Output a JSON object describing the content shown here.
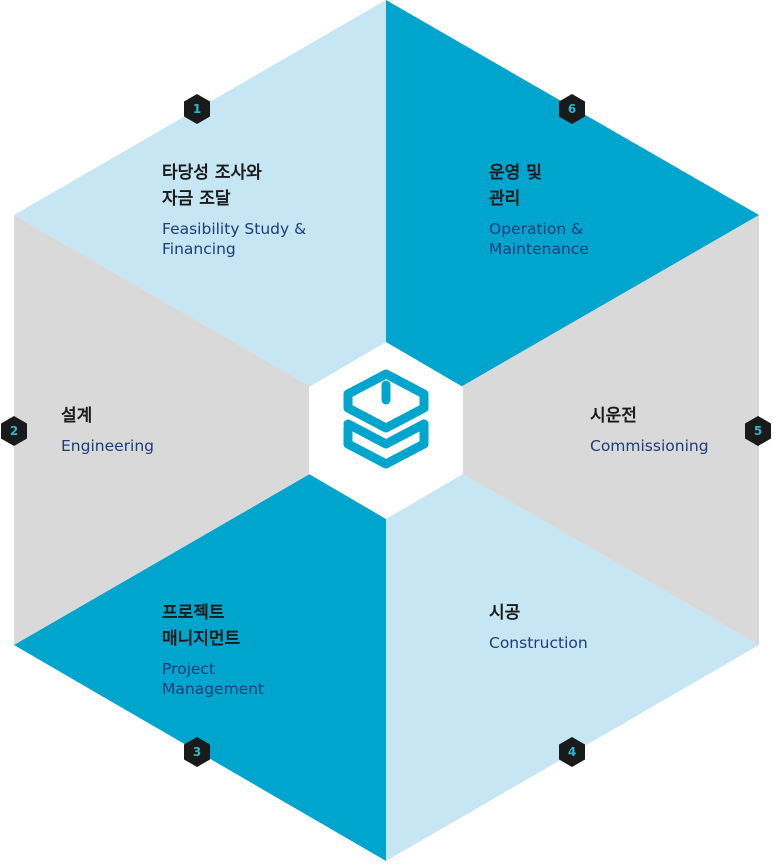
{
  "colors": {
    "light_blue": "#c5e6f2",
    "dark_blue": "#00a5ce",
    "gray": "#d9d9d9",
    "center": "#ffffff",
    "badge": "#1a1a1a",
    "badge_text": "#2fb4d6",
    "title_text": "#1b1b1b",
    "subtitle_text": "#1d3d7a",
    "logo": "#00a5ce"
  },
  "center_icon": "company-logo-icon",
  "segments": [
    {
      "id": 1,
      "number": "1",
      "title_ko": "타당성 조사와\n자금 조달",
      "title_en": "Feasibility Study &\nFinancing",
      "fill": "light_blue"
    },
    {
      "id": 2,
      "number": "2",
      "title_ko": "설계",
      "title_en": "Engineering",
      "fill": "gray"
    },
    {
      "id": 3,
      "number": "3",
      "title_ko": "프로젝트\n매니지먼트",
      "title_en": "Project\nManagement",
      "fill": "dark_blue"
    },
    {
      "id": 4,
      "number": "4",
      "title_ko": "시공",
      "title_en": "Construction",
      "fill": "light_blue"
    },
    {
      "id": 5,
      "number": "5",
      "title_ko": "시운전",
      "title_en": "Commissioning",
      "fill": "gray"
    },
    {
      "id": 6,
      "number": "6",
      "title_ko": "운영 및\n관리",
      "title_en": "Operation &\nMaintenance",
      "fill": "dark_blue"
    }
  ]
}
